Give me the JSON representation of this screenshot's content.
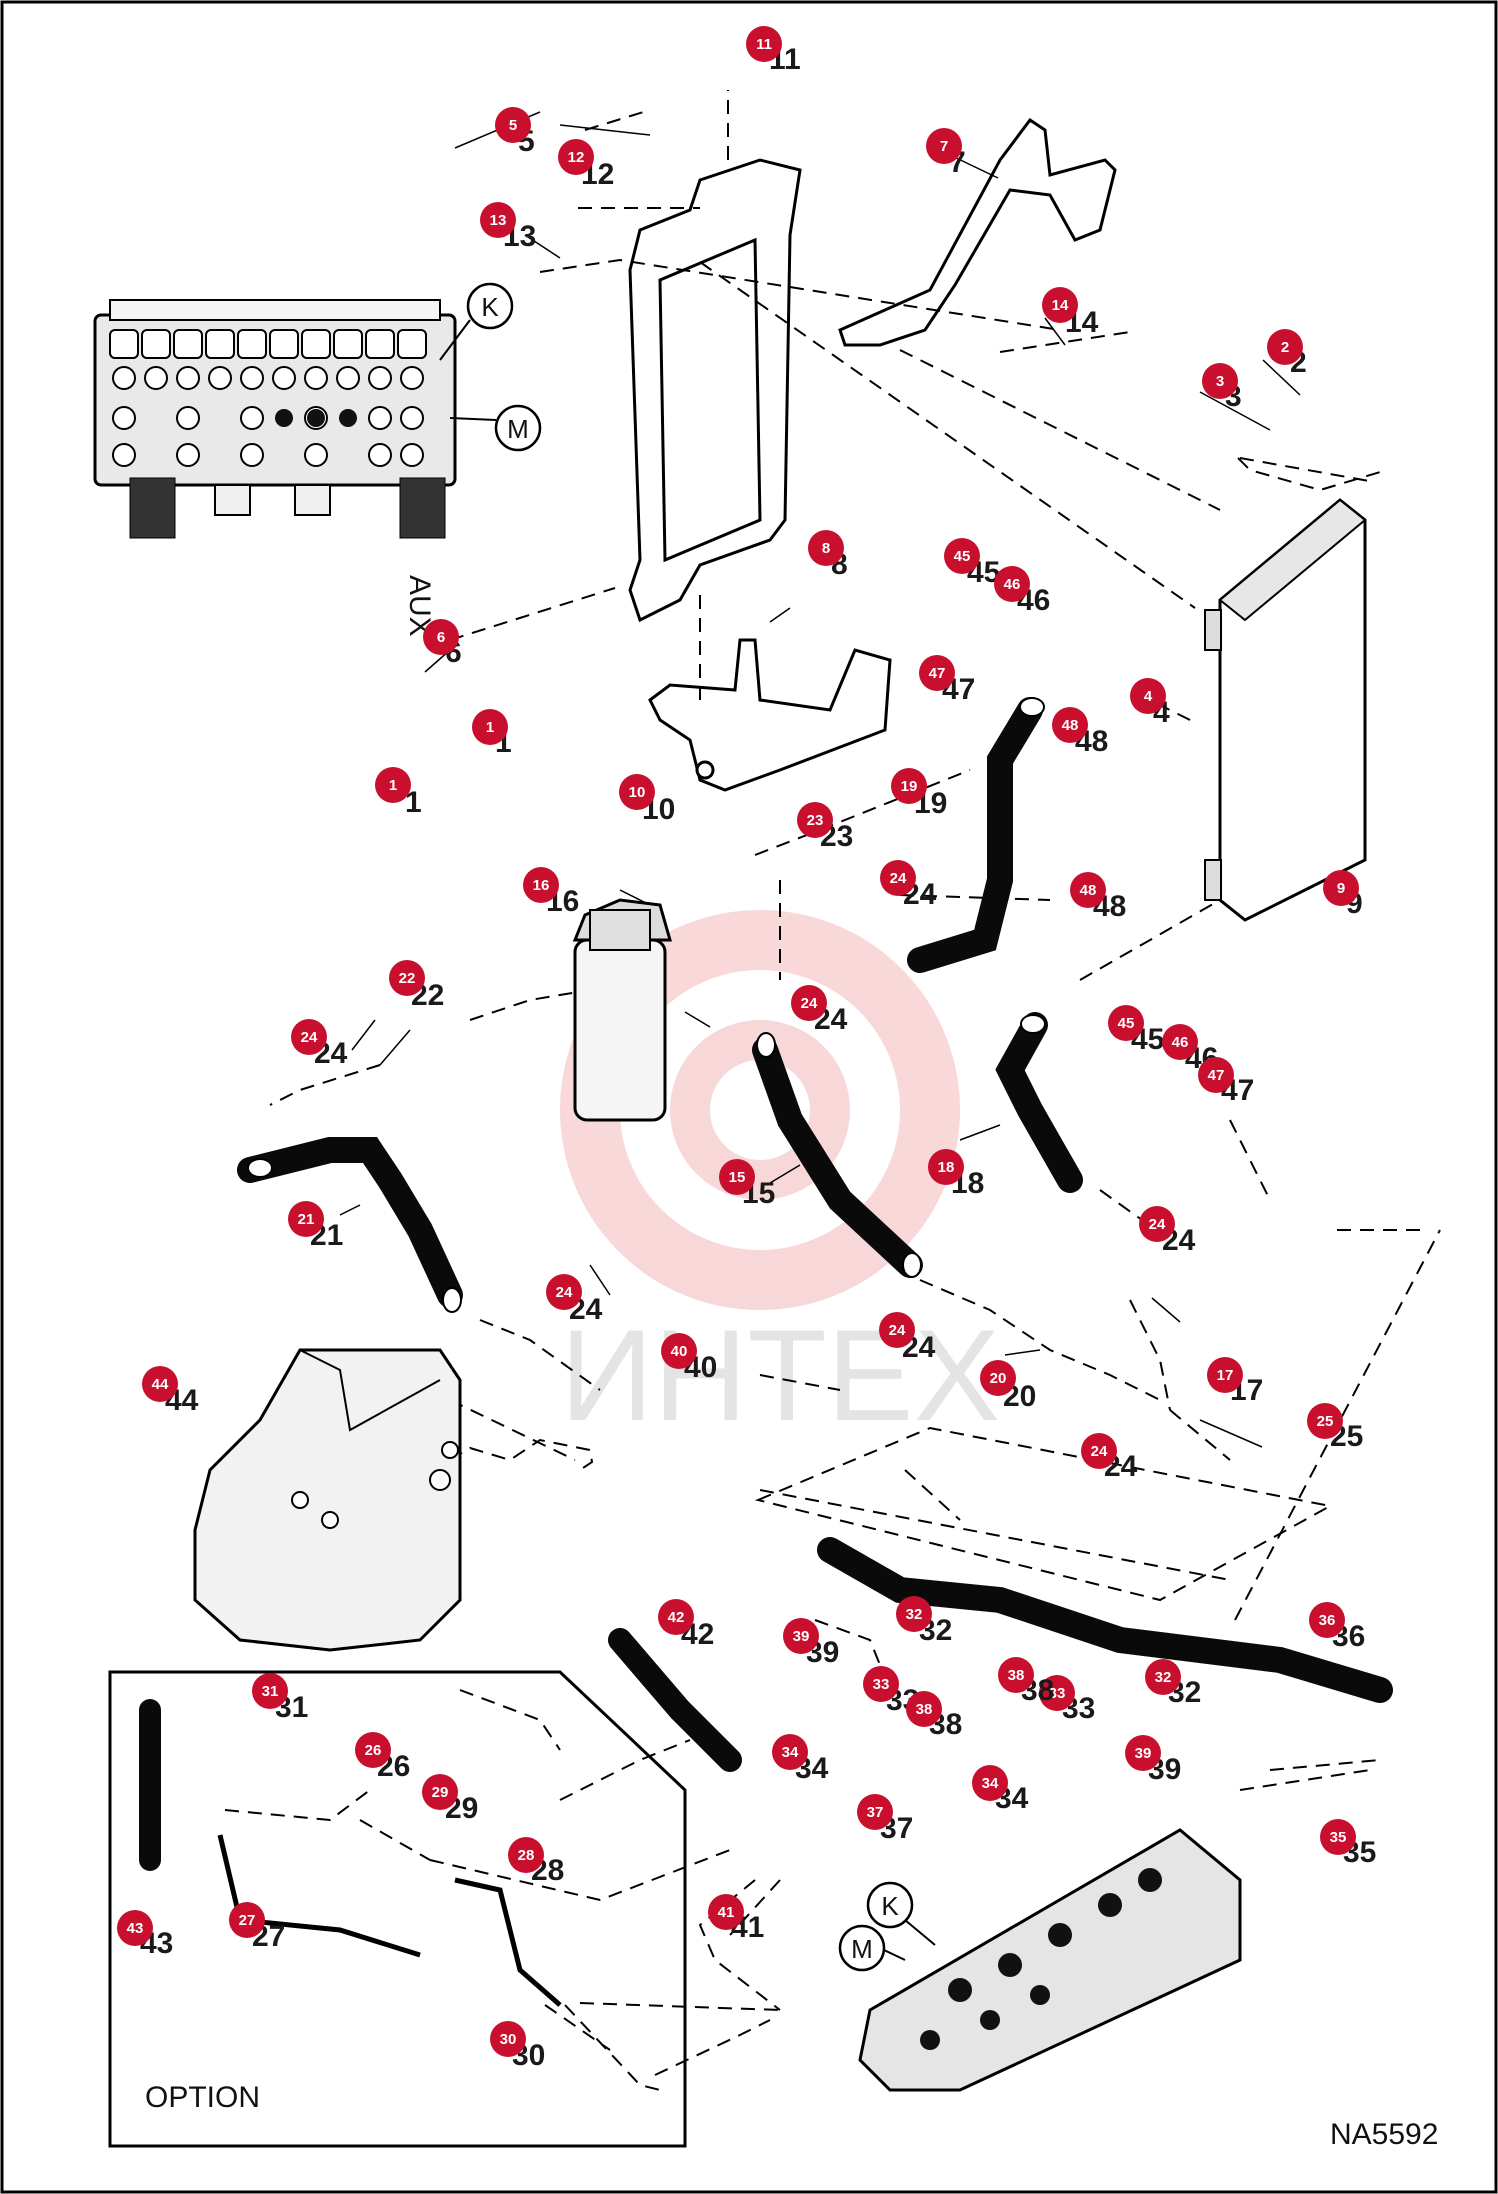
{
  "watermark": "ИНТЕХ",
  "drawing_number": "NA5592",
  "option_label": "OPTION",
  "aux_label": "AUX",
  "port_links": [
    "K",
    "M"
  ],
  "badge_color": "#c8102e",
  "parts": [
    {
      "n": "1"
    },
    {
      "n": "1"
    },
    {
      "n": "2"
    },
    {
      "n": "3"
    },
    {
      "n": "4"
    },
    {
      "n": "5"
    },
    {
      "n": "6"
    },
    {
      "n": "7"
    },
    {
      "n": "8"
    },
    {
      "n": "9"
    },
    {
      "n": "10"
    },
    {
      "n": "11"
    },
    {
      "n": "12"
    },
    {
      "n": "13"
    },
    {
      "n": "14"
    },
    {
      "n": "15"
    },
    {
      "n": "16"
    },
    {
      "n": "17"
    },
    {
      "n": "18"
    },
    {
      "n": "19"
    },
    {
      "n": "20"
    },
    {
      "n": "21"
    },
    {
      "n": "22"
    },
    {
      "n": "23"
    },
    {
      "n": "24"
    },
    {
      "n": "24"
    },
    {
      "n": "24"
    },
    {
      "n": "24"
    },
    {
      "n": "24"
    },
    {
      "n": "24"
    },
    {
      "n": "24"
    },
    {
      "n": "25"
    },
    {
      "n": "26"
    },
    {
      "n": "27"
    },
    {
      "n": "28"
    },
    {
      "n": "29"
    },
    {
      "n": "30"
    },
    {
      "n": "31"
    },
    {
      "n": "32"
    },
    {
      "n": "32"
    },
    {
      "n": "33"
    },
    {
      "n": "33"
    },
    {
      "n": "34"
    },
    {
      "n": "34"
    },
    {
      "n": "35"
    },
    {
      "n": "36"
    },
    {
      "n": "37"
    },
    {
      "n": "38"
    },
    {
      "n": "38"
    },
    {
      "n": "39"
    },
    {
      "n": "39"
    },
    {
      "n": "40"
    },
    {
      "n": "41"
    },
    {
      "n": "42"
    },
    {
      "n": "43"
    },
    {
      "n": "44"
    },
    {
      "n": "45"
    },
    {
      "n": "45"
    },
    {
      "n": "46"
    },
    {
      "n": "46"
    },
    {
      "n": "47"
    },
    {
      "n": "47"
    },
    {
      "n": "48"
    },
    {
      "n": "48"
    }
  ]
}
